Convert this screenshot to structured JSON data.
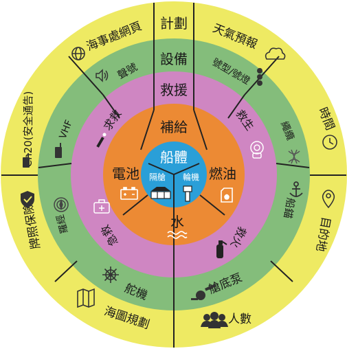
{
  "colors": {
    "outer_ring": "#eeea63",
    "green_ring": "#84bd7b",
    "pink_ring": "#cf86c2",
    "orange_ring": "#ec8a34",
    "center": "#2a9fd8",
    "line": "#222222",
    "text_dark": "#1a1a1a",
    "text_light": "#ffffff"
  },
  "center": {
    "title": "船體",
    "left_label": "隔艙",
    "right_label": "輪機"
  },
  "orange_ring": {
    "top": "補給",
    "left": "電池",
    "right": "燃油",
    "bottom": "水"
  },
  "pink_ring": {
    "top": "救援",
    "left_top": "求救",
    "right_top": "救生",
    "left_bottom": "急救",
    "right_bottom": "救火"
  },
  "green_ring": {
    "top": "設備",
    "left_top": "聲號",
    "right_top": "號型/號燈",
    "left_mid": "VHF",
    "right_mid": "繩纜",
    "left_lower": "羅經",
    "right_lower": "船錨",
    "bottom_left": "舵機",
    "bottom_right": "艙底泵"
  },
  "outer_ring": {
    "top": "計劃",
    "top_left": "海事處網頁",
    "top_right": "天氣預報",
    "left_upper": "Ch20(安全通告)",
    "right_upper": "時間",
    "left_lower": "牌照保險",
    "right_lower": "目的地",
    "bottom_left": "海圖規劃",
    "bottom_right": "人數"
  },
  "icons": {
    "globe": "globe-icon",
    "cloud": "cloud-icon",
    "clock": "clock-icon",
    "location": "location-pin-icon",
    "people": "people-icon",
    "map": "map-icon",
    "shield": "shield-check-icon",
    "radio": "radio-icon",
    "speaker": "speaker-icon",
    "shapes": "day-shapes-icon",
    "flare": "flare-icon",
    "lifebuoy": "lifebuoy-icon",
    "rope": "rope-icon",
    "anchor": "anchor-icon",
    "compass": "compass-icon",
    "first_aid": "first-aid-kit-icon",
    "extinguisher": "fire-extinguisher-icon",
    "helm": "ship-wheel-icon",
    "pump": "bilge-pump-icon",
    "battery": "battery-icon",
    "fuel": "fuel-can-icon",
    "water": "water-waves-icon",
    "bulkhead": "bulkhead-icon",
    "engine": "engine-icon"
  }
}
